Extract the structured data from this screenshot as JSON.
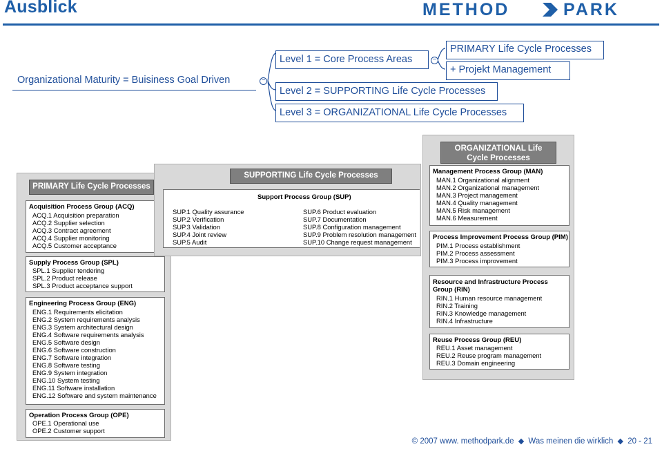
{
  "header": {
    "title": "Ausblick",
    "logo_left": "METHOD",
    "logo_right": "PARK"
  },
  "mindmap": {
    "root": "Organizational Maturity = Buisiness Goal Driven",
    "level1": "Level 1 = Core Process Areas",
    "level1_children": [
      "PRIMARY Life Cycle Processes",
      "+ Projekt Management"
    ],
    "level2": "Level 2 = SUPPORTING Life Cycle Processes",
    "level3": "Level 3 = ORGANIZATIONAL Life Cycle Processes",
    "collapse_symbol": "−"
  },
  "primary": {
    "title": "PRIMARY Life Cycle Processes",
    "groups": [
      {
        "title": "Acquisition Process Group (ACQ)",
        "items": [
          "ACQ.1 Acquisition preparation",
          "ACQ.2 Supplier selection",
          "ACQ.3 Contract agreement",
          "ACQ.4 Supplier monitoring",
          "ACQ.5 Customer acceptance"
        ]
      },
      {
        "title": "Supply Process Group (SPL)",
        "items": [
          "SPL.1 Supplier tendering",
          "SPL.2 Product release",
          "SPL.3 Product acceptance support"
        ]
      },
      {
        "title": "Engineering Process Group (ENG)",
        "items": [
          "ENG.1 Requirements elicitation",
          "ENG.2 System requirements analysis",
          "ENG.3 System architectural design",
          "ENG.4 Software requirements analysis",
          "ENG.5 Software design",
          "ENG.6 Software construction",
          "ENG.7 Software integration",
          "ENG.8 Software testing",
          "ENG.9 System integration",
          "ENG.10 System testing",
          "ENG.11 Software installation",
          "ENG.12 Software and system maintenance"
        ]
      },
      {
        "title": "Operation Process Group (OPE)",
        "items": [
          "OPE.1 Operational use",
          "OPE.2 Customer support"
        ]
      }
    ]
  },
  "supporting": {
    "title": "SUPPORTING Life Cycle Processes",
    "group_title": "Support Process Group (SUP)",
    "col1": [
      "SUP.1 Quality assurance",
      "SUP.2 Verification",
      "SUP.3 Validation",
      "SUP.4 Joint review",
      "SUP.5 Audit"
    ],
    "col2": [
      "SUP.6 Product evaluation",
      "SUP.7 Documentation",
      "SUP.8 Configuration management",
      "SUP.9 Problem resolution management",
      "SUP.10 Change request management"
    ]
  },
  "organizational": {
    "title_line1": "ORGANIZATIONAL Life",
    "title_line2": "Cycle Processes",
    "groups": [
      {
        "title": "Management Process Group (MAN)",
        "items": [
          "MAN.1 Organizational alignment",
          "MAN.2 Organizational management",
          "MAN.3 Project management",
          "MAN.4 Quality management",
          "MAN.5 Risk management",
          "MAN.6 Measurement"
        ]
      },
      {
        "title": "Process Improvement Process Group (PIM)",
        "items": [
          "PIM.1 Process establishment",
          "PIM.2 Process assessment",
          "PIM.3 Process improvement"
        ]
      },
      {
        "title": "Resource and Infrastructure Process",
        "title2": "Group (RIN)",
        "items": [
          "RIN.1 Human resource management",
          "RIN.2 Training",
          "RIN.3 Knowledge management",
          "RIN.4 Infrastructure"
        ]
      },
      {
        "title": "Reuse Process Group (REU)",
        "items": [
          "REU.1 Asset management",
          "REU.2 Reuse program management",
          "REU.3 Domain engineering"
        ]
      }
    ]
  },
  "footer": {
    "copyright": "© 2007 www. methodpark.de",
    "diamond": "◆",
    "text": "Was meinen die wirklich",
    "page": "20 - 21"
  },
  "colors": {
    "brand_blue": "#1f5fa8",
    "panel_gray": "#d9d9d9",
    "header_gray": "#7f7f7f"
  }
}
